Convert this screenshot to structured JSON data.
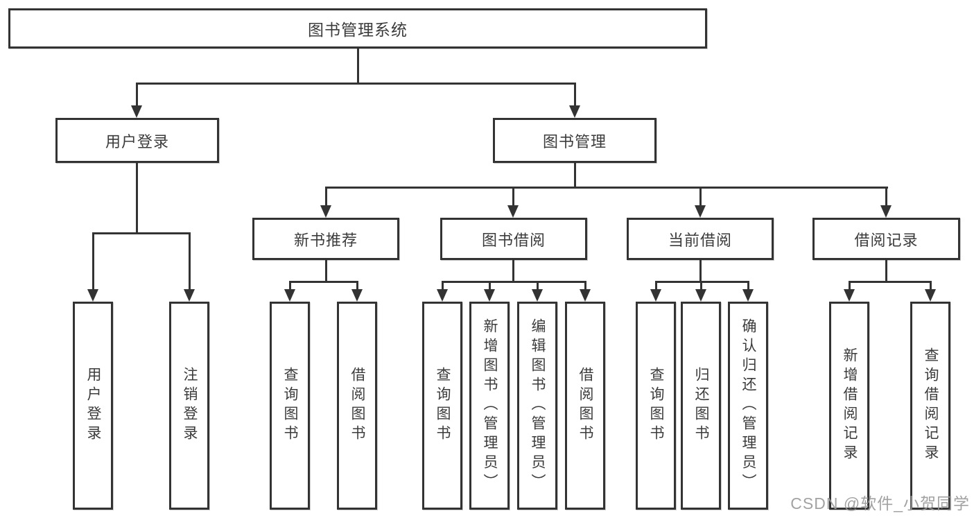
{
  "diagram": {
    "title": "图书管理系统",
    "nodes": {
      "root": {
        "label": "图书管理系统"
      },
      "level2": [
        {
          "label": "用户登录"
        },
        {
          "label": "图书管理"
        }
      ],
      "level3": [
        {
          "label": "新书推荐"
        },
        {
          "label": "图书借阅"
        },
        {
          "label": "当前借阅"
        },
        {
          "label": "借阅记录"
        }
      ],
      "leaves": [
        {
          "label": "用户登录",
          "parent": "用户登录"
        },
        {
          "label": "注销登录",
          "parent": "用户登录"
        },
        {
          "label": "查询图书",
          "parent": "新书推荐"
        },
        {
          "label": "借阅图书",
          "parent": "新书推荐"
        },
        {
          "label": "查询图书",
          "parent": "图书借阅"
        },
        {
          "label": "新增图书（管理员）",
          "parent": "图书借阅"
        },
        {
          "label": "编辑图书（管理员）",
          "parent": "图书借阅"
        },
        {
          "label": "借阅图书",
          "parent": "图书借阅"
        },
        {
          "label": "查询图书",
          "parent": "当前借阅"
        },
        {
          "label": "归还图书",
          "parent": "当前借阅"
        },
        {
          "label": "确认归还（管理员）",
          "parent": "当前借阅"
        },
        {
          "label": "新增借阅记录",
          "parent": "借阅记录"
        },
        {
          "label": "查询借阅记录",
          "parent": "借阅记录"
        }
      ]
    }
  },
  "watermark": {
    "text": "CSDN @软件_小贺同学"
  },
  "colors": {
    "line": "#333333",
    "text": "#3b3b3b",
    "background": "#ffffff",
    "watermark": "#9b9b9b"
  }
}
